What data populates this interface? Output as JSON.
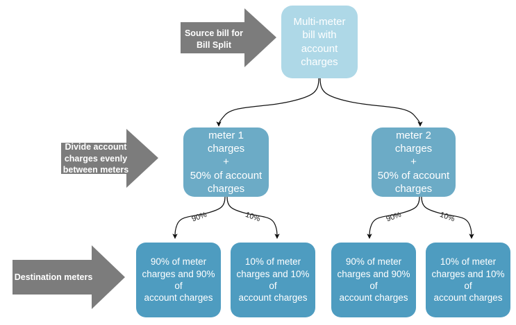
{
  "diagram": {
    "title": "Bill Split multi-meter account charge allocation",
    "colors": {
      "source_node": "#aed8e7",
      "mid_node": "#6cabc6",
      "dest_node": "#4e9cc0",
      "band_arrow": "#7c7c7c",
      "edge_line": "#1a1a1a",
      "background": "#ffffff",
      "node_text": "#ffffff"
    },
    "bands": [
      {
        "id": "source",
        "label": "Source bill for\nBill Split"
      },
      {
        "id": "divide",
        "label": "Divide account\ncharges evenly\nbetween meters"
      },
      {
        "id": "destination",
        "label": "Destination meters"
      }
    ],
    "nodes": {
      "source": {
        "id": "source-bill",
        "label": "Multi-meter\nbill with\naccount\ncharges"
      },
      "mid": [
        {
          "id": "meter-1",
          "label": "meter 1 charges\n+\n50% of account\ncharges"
        },
        {
          "id": "meter-2",
          "label": "meter 2  charges\n+\n50% of account\ncharges"
        }
      ],
      "dest": [
        {
          "id": "meter-1-90",
          "label": "90% of meter\ncharges and 90% of\naccount charges"
        },
        {
          "id": "meter-1-10",
          "label": "10% of meter\ncharges and 10% of\naccount charges"
        },
        {
          "id": "meter-2-90",
          "label": "90% of meter\ncharges and 90% of\naccount charges"
        },
        {
          "id": "meter-2-10",
          "label": "10% of meter\ncharges and 10% of\naccount charges"
        }
      ]
    },
    "edge_labels": {
      "m1_left": "90%",
      "m1_right": "10%",
      "m2_left": "90%",
      "m2_right": "10%"
    }
  }
}
